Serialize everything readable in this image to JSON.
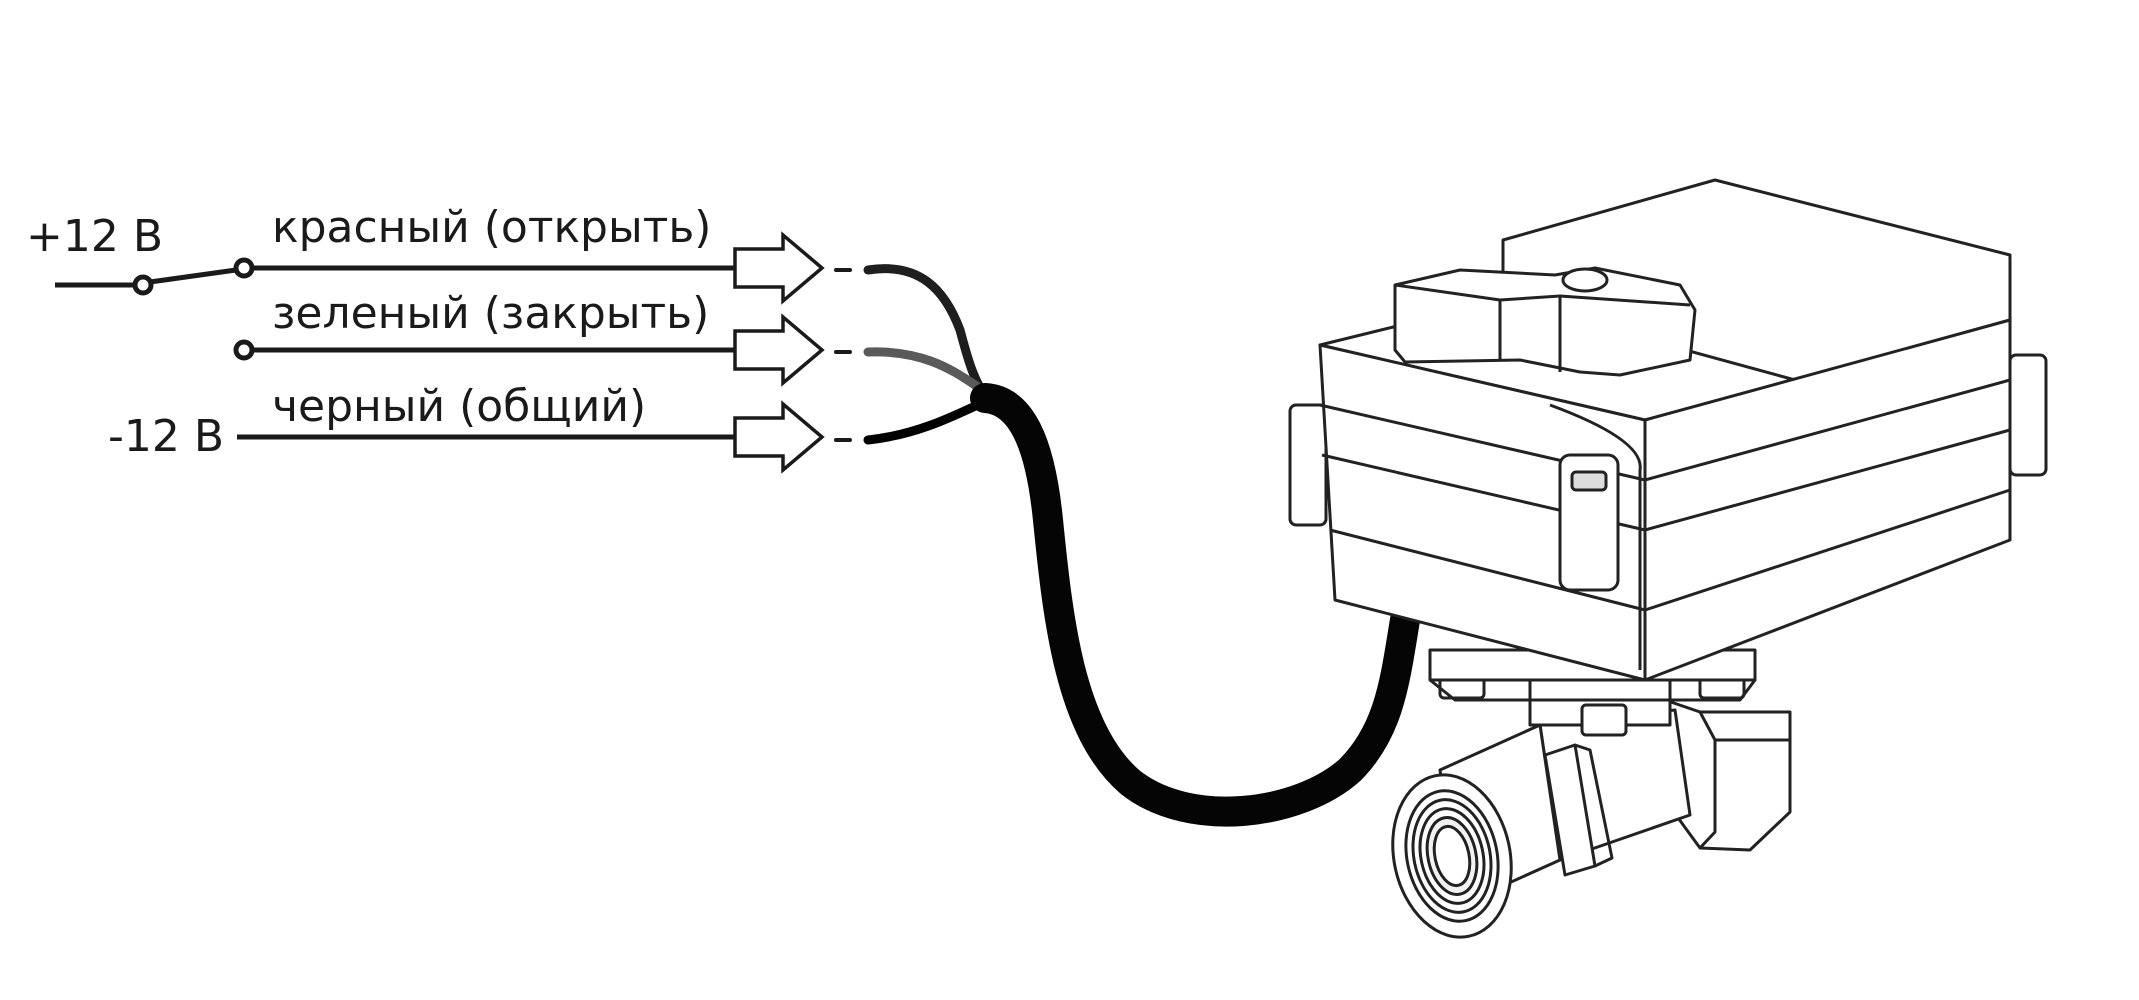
{
  "supply": {
    "plus": "+12 В",
    "minus": "-12 В"
  },
  "wires": [
    {
      "label": "красный (открыть)",
      "color": "#222222"
    },
    {
      "label": "зеленый (закрыть)",
      "color": "#555555"
    },
    {
      "label": "черный (общий)",
      "color": "#000000"
    }
  ],
  "colors": {
    "line": "#1a1a1a",
    "cable": "#050505",
    "body_fill": "#ffffff",
    "body_stroke": "#222222"
  }
}
